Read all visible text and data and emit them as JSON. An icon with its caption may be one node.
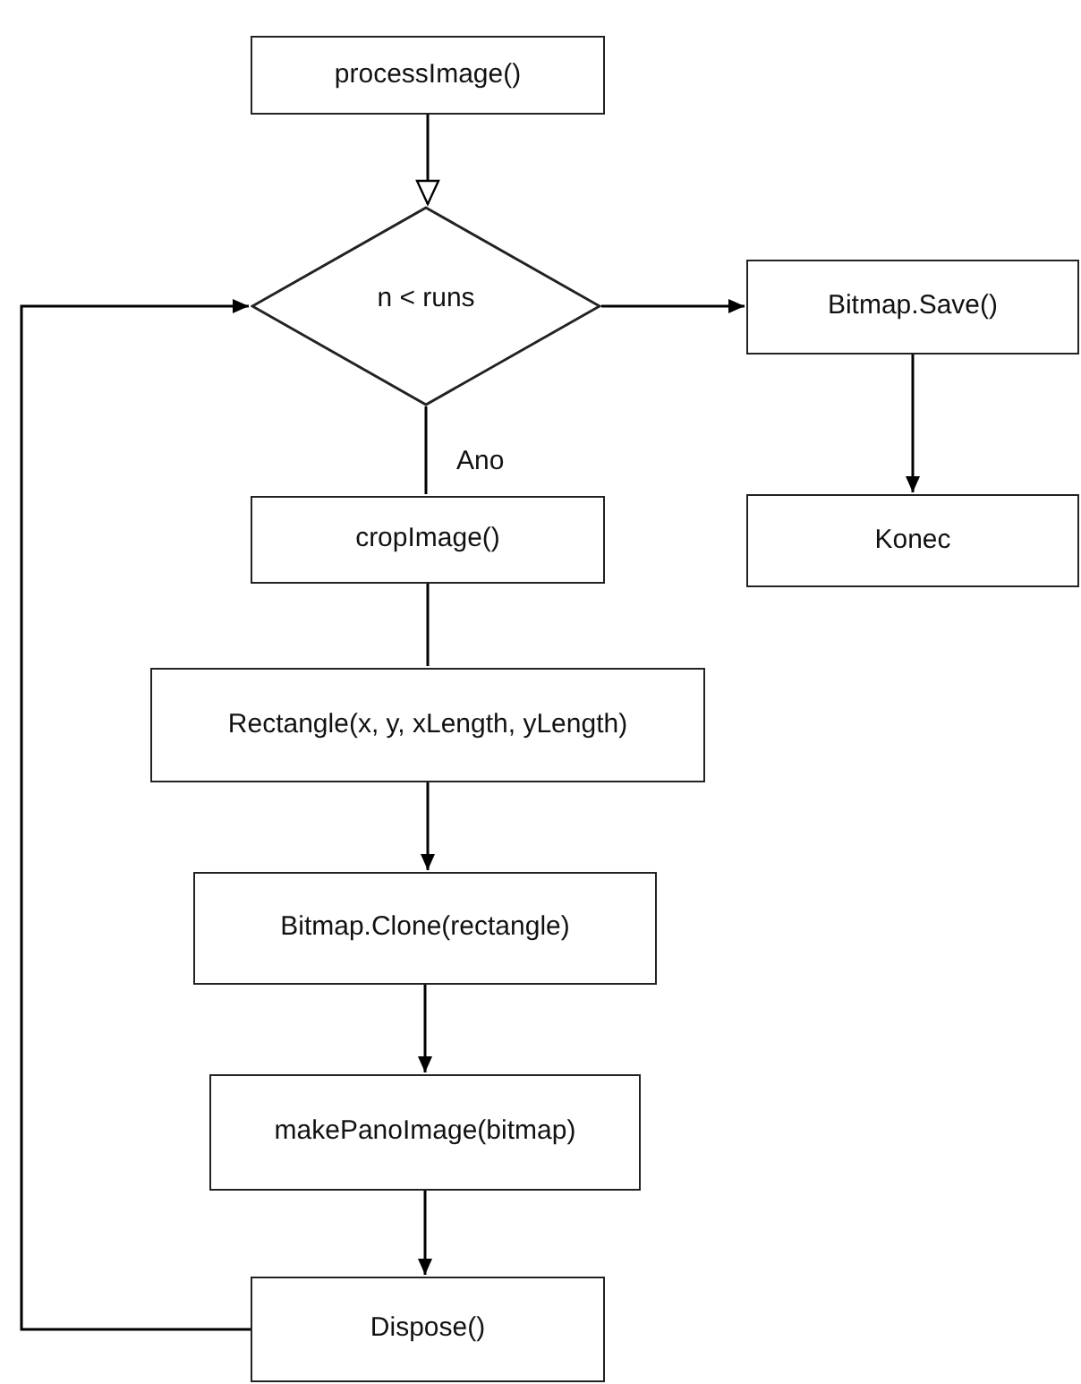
{
  "diagram": {
    "nodes": [
      {
        "text": [
          "processImage()"
        ]
      },
      {
        "text": [
          "n < runs"
        ]
      },
      {
        "text": [
          "Bitmap.Save()"
        ]
      },
      {
        "text": [
          "Konec"
        ]
      },
      {
        "text": [
          "cropImage()"
        ]
      },
      {
        "text": [
          "Rectangle(x, y, xLength, yLength)"
        ]
      },
      {
        "text": [
          "Bitmap.Clone(rectangle)"
        ]
      },
      {
        "text": [
          "makePanoImage(bitmap)"
        ]
      },
      {
        "text": [
          "Dispose()"
        ]
      }
    ],
    "edges": [
      {
        "from": 0,
        "to": 1,
        "arrow": "to"
      },
      {
        "from": 1,
        "to": 2,
        "arrow": "to"
      },
      {
        "from": 2,
        "to": 3,
        "arrow": "to"
      },
      {
        "from": 1,
        "to": 4,
        "arrow": "none",
        "label": "Ano"
      },
      {
        "from": 4,
        "to": 5,
        "arrow": "none"
      },
      {
        "from": 5,
        "to": 6,
        "arrow": "to"
      },
      {
        "from": 6,
        "to": 7,
        "arrow": "to"
      },
      {
        "from": 7,
        "to": 8,
        "arrow": "to"
      },
      {
        "from": 8,
        "to": 1,
        "arrow": "to"
      }
    ]
  }
}
